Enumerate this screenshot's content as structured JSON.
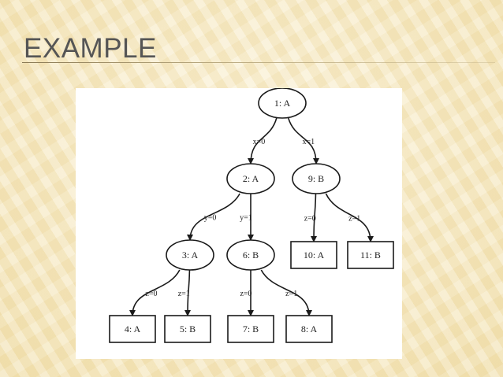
{
  "slide": {
    "title": "EXAMPLE"
  },
  "tree": {
    "nodes": [
      {
        "id": "n1",
        "label": "1: A",
        "shape": "ellipse"
      },
      {
        "id": "n2",
        "label": "2: A",
        "shape": "ellipse"
      },
      {
        "id": "n9",
        "label": "9: B",
        "shape": "ellipse"
      },
      {
        "id": "n3",
        "label": "3: A",
        "shape": "ellipse"
      },
      {
        "id": "n6",
        "label": "6: B",
        "shape": "ellipse"
      },
      {
        "id": "n10",
        "label": "10: A",
        "shape": "box"
      },
      {
        "id": "n11",
        "label": "11: B",
        "shape": "box"
      },
      {
        "id": "n4",
        "label": "4: A",
        "shape": "box"
      },
      {
        "id": "n5",
        "label": "5: B",
        "shape": "box"
      },
      {
        "id": "n7",
        "label": "7: B",
        "shape": "box"
      },
      {
        "id": "n8",
        "label": "8: A",
        "shape": "box"
      }
    ],
    "edges": [
      {
        "from": "n1",
        "to": "n2",
        "label": "x=0"
      },
      {
        "from": "n1",
        "to": "n9",
        "label": "x=1"
      },
      {
        "from": "n2",
        "to": "n3",
        "label": "y=0"
      },
      {
        "from": "n2",
        "to": "n6",
        "label": "y=1"
      },
      {
        "from": "n9",
        "to": "n10",
        "label": "z=0"
      },
      {
        "from": "n9",
        "to": "n11",
        "label": "z=1"
      },
      {
        "from": "n3",
        "to": "n4",
        "label": "z=0"
      },
      {
        "from": "n3",
        "to": "n5",
        "label": "z=1"
      },
      {
        "from": "n6",
        "to": "n7",
        "label": "z=0"
      },
      {
        "from": "n6",
        "to": "n8",
        "label": "z=1"
      }
    ]
  }
}
